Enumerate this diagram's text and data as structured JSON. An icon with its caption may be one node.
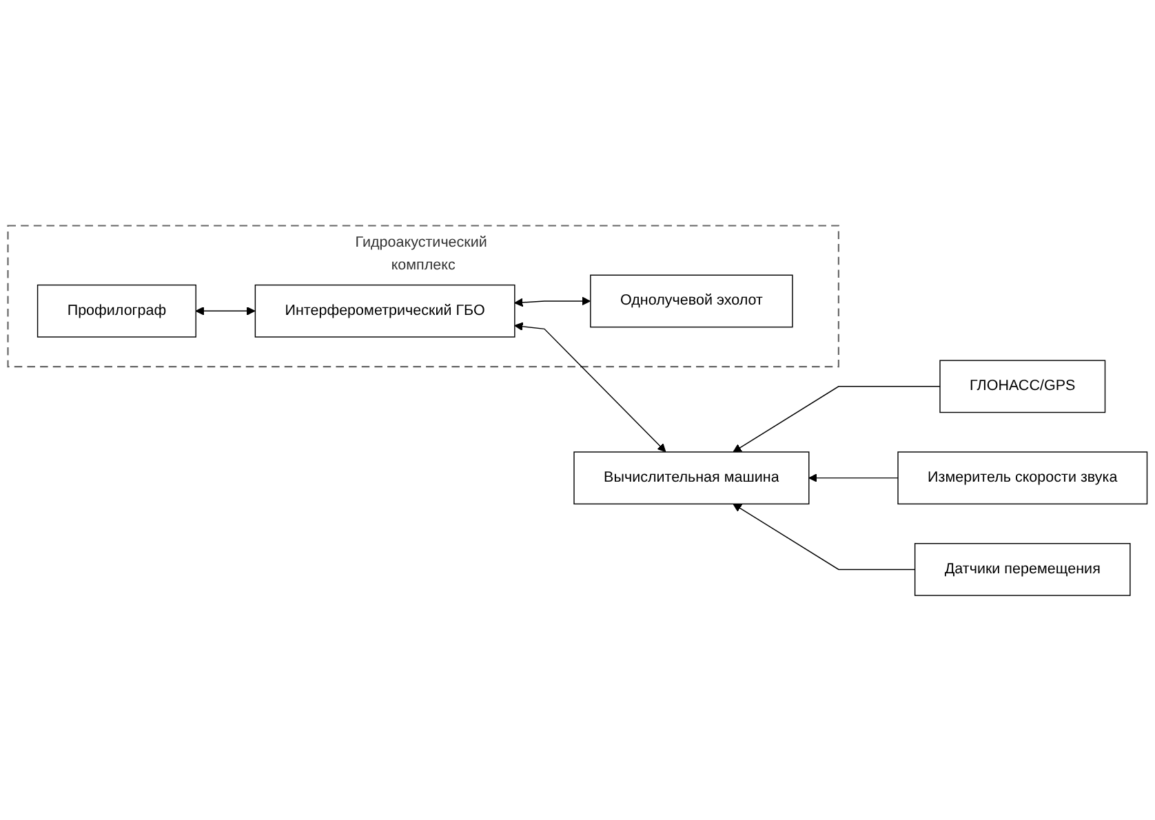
{
  "diagram": {
    "nodes": [
      {
        "text": [
          "Гидроакустический комплекс"
        ]
      },
      {
        "text": [
          "Однолучевой эхолот"
        ],
        "in": 0
      },
      {
        "text": [
          "Интерферометрический ГБО"
        ],
        "in": 0
      },
      {
        "text": [
          "Профилограф"
        ],
        "in": 0
      },
      {
        "text": [
          "Вычислительная машина"
        ]
      },
      {
        "text": [
          "ГЛОНАСС/GPS"
        ]
      },
      {
        "text": [
          "Измеритель скорости звука"
        ]
      },
      {
        "text": [
          "Датчики перемещения"
        ]
      }
    ],
    "edges": [
      {
        "from": 1,
        "to": 2,
        "arrow": "both"
      },
      {
        "from": 2,
        "to": 3,
        "arrow": "both"
      },
      {
        "from": 4,
        "to": 2,
        "arrow": "both"
      },
      {
        "from": 5,
        "to": 4,
        "arrow": "to"
      },
      {
        "from": 6,
        "to": 4,
        "arrow": "to"
      },
      {
        "from": 7,
        "to": 4,
        "arrow": "to"
      }
    ]
  }
}
